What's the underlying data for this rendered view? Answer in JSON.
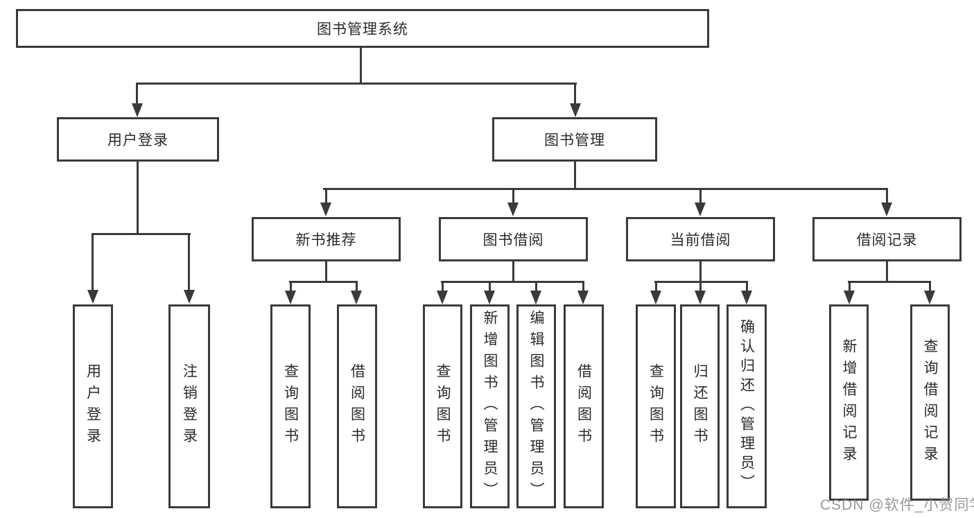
{
  "colors": {
    "background": "#ffffff",
    "line": "#3a3a3a",
    "text": "#2a2a2a",
    "watermark": "#878787"
  },
  "watermark": {
    "text": "CSDN @软件_小贺同学"
  },
  "diagram": {
    "type": "tree",
    "root": {
      "label": "图书管理系统"
    },
    "level2": [
      {
        "label": "用户登录"
      },
      {
        "label": "图书管理"
      }
    ],
    "level3": [
      {
        "label": "新书推荐"
      },
      {
        "label": "图书借阅"
      },
      {
        "label": "当前借阅"
      },
      {
        "label": "借阅记录"
      }
    ],
    "leaves": {
      "user_login": [
        "用户登录",
        "注销登录"
      ],
      "new_book": [
        "查询图书",
        "借阅图书"
      ],
      "book_borrow": [
        "查询图书",
        "新增图书（管理员）",
        "编辑图书（管理员）",
        "借阅图书"
      ],
      "current_borrow": [
        "查询图书",
        "归还图书",
        "确认归还（管理员）"
      ],
      "borrow_records": [
        "新增借阅记录",
        "查询借阅记录"
      ]
    }
  }
}
